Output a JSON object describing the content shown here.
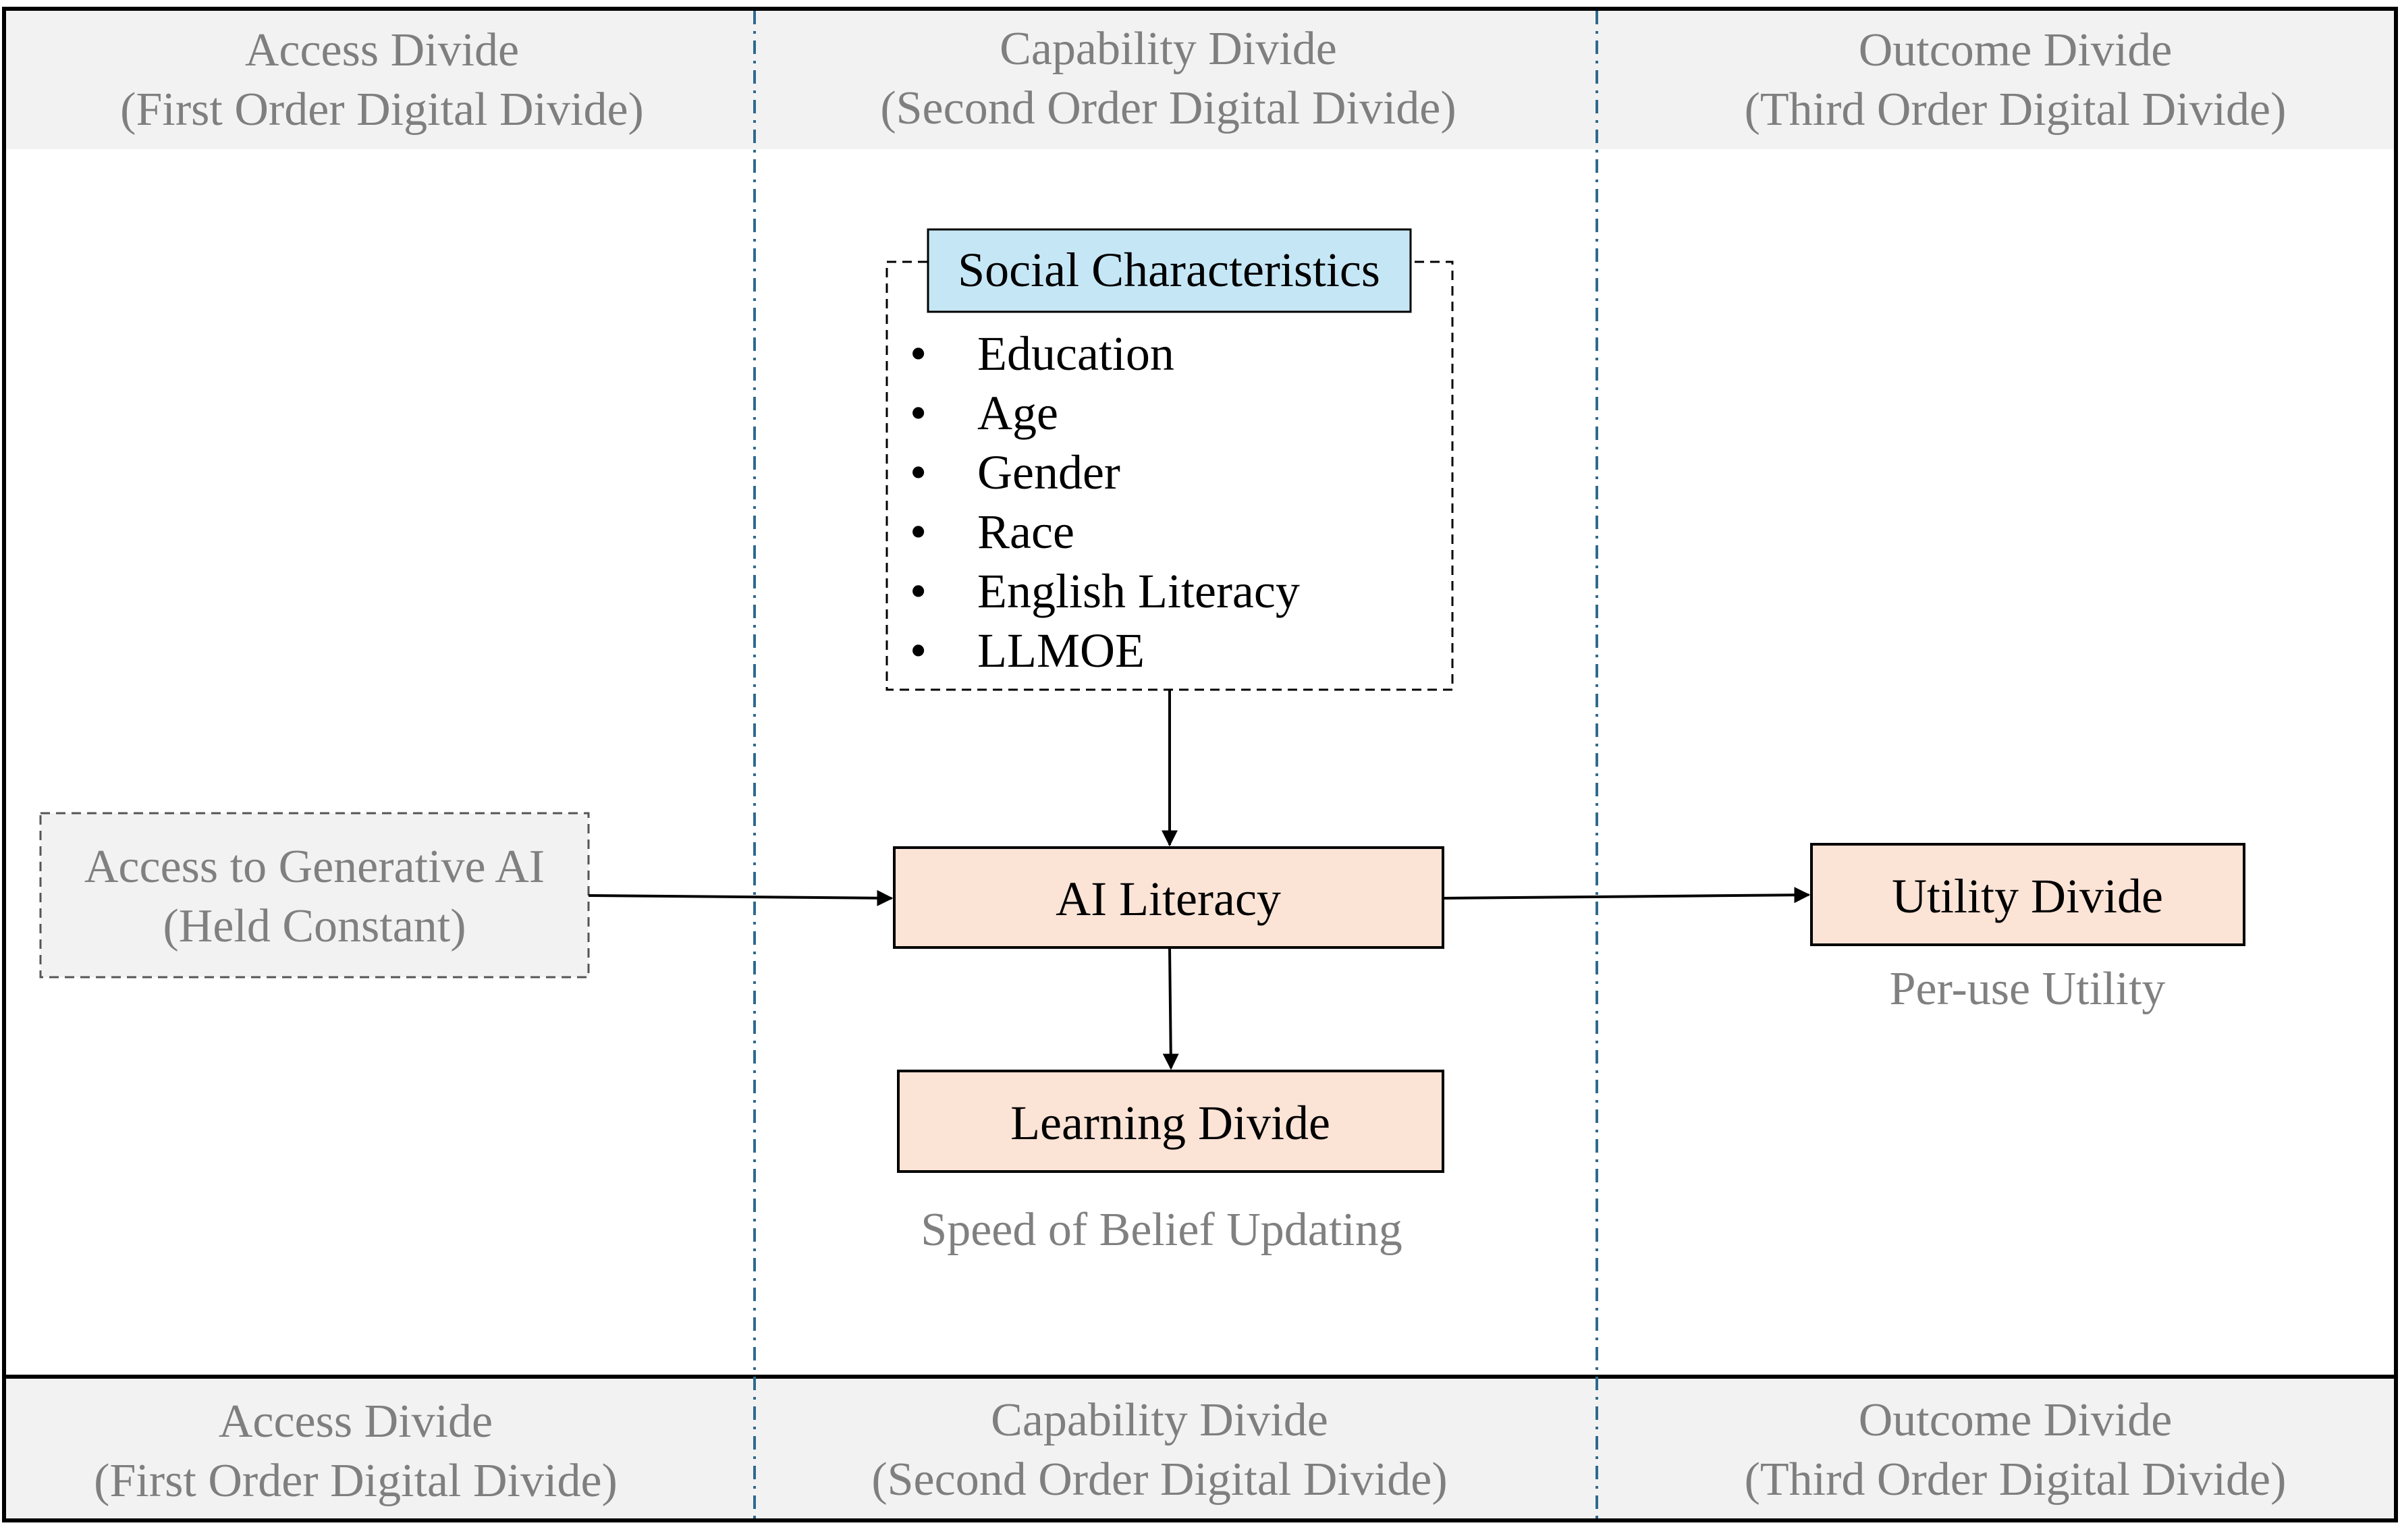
{
  "columns": [
    {
      "title": "Access Divide",
      "subtitle": "(First Order Digital Divide)"
    },
    {
      "title": "Capability Divide",
      "subtitle": "(Second Order Digital Divide)"
    },
    {
      "title": "Outcome Divide",
      "subtitle": "(Third Order Digital Divide)"
    }
  ],
  "social_box": {
    "title": "Social Characteristics",
    "items": [
      "Education",
      "Age",
      "Gender",
      "Race",
      "English Literacy",
      "LLMOE"
    ],
    "bullet": "•"
  },
  "access_box": {
    "line1": "Access to Generative AI",
    "line2": "(Held Constant)"
  },
  "ai_literacy": "AI Literacy",
  "learning_divide": {
    "label": "Learning Divide",
    "caption": "Speed of Belief Updating"
  },
  "utility_divide": {
    "label": "Utility Divide",
    "caption": "Per-use Utility"
  },
  "colors": {
    "header_bg": "#f2f2f2",
    "header_text": "#7f7f7f",
    "social_fill": "#c5e6f5",
    "node_fill": "#fbe3d6",
    "divider": "#2e6a8e",
    "muted_text": "#808080"
  }
}
